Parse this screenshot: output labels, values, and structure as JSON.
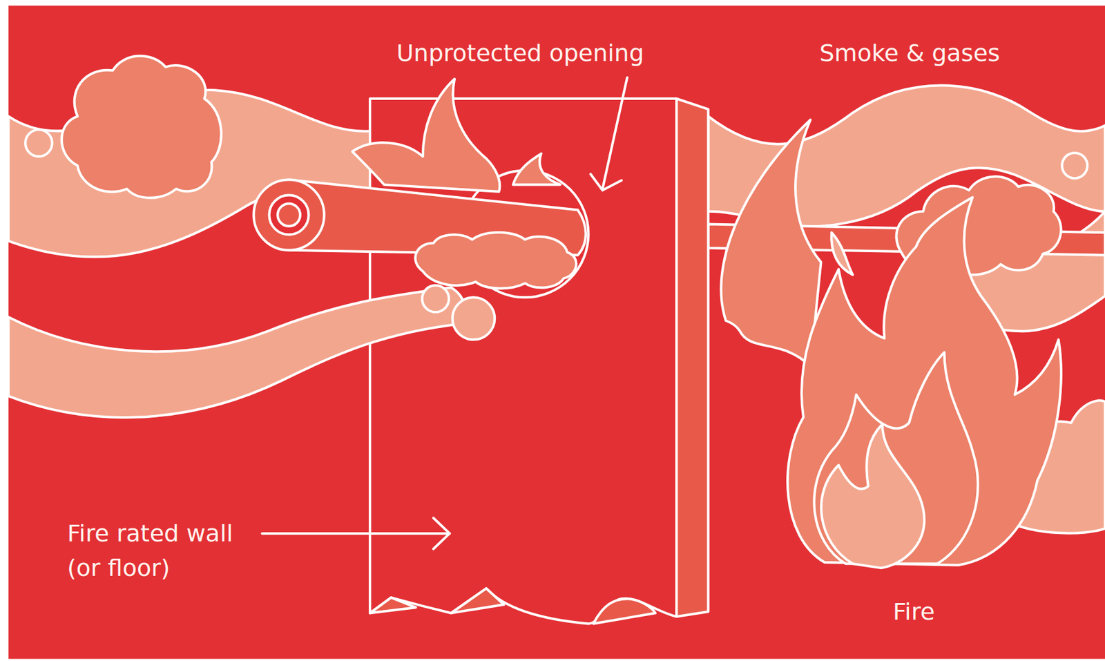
{
  "diagram": {
    "labels": [
      "Unprotected opening",
      "Smoke & gases",
      "Fire rated wall (or floor)",
      "Fire"
    ]
  }
}
